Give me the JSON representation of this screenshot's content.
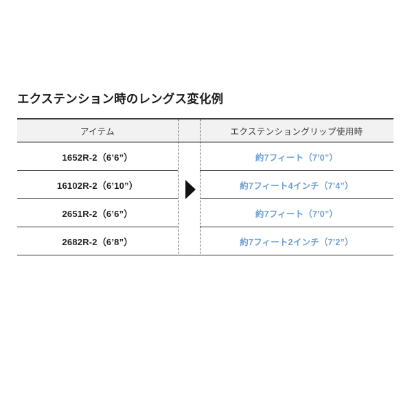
{
  "page": {
    "title": "エクステンション時のレングス変化例",
    "accent_color": "#6a9fd4",
    "header_bg": "#f2f2f2",
    "rule_color": "#2b2b2b"
  },
  "table": {
    "columns": [
      {
        "key": "item",
        "label": "アイテム"
      },
      {
        "key": "gap",
        "label": ""
      },
      {
        "key": "value",
        "label": "エクステンショングリップ使用時"
      }
    ],
    "marker": "right-triangle-arrow",
    "rows": [
      {
        "item": "1652R-2（6’6”）",
        "value": "約7フィート（7’0”）"
      },
      {
        "item": "16102R-2（6’10”）",
        "value": "約7フィート4インチ（7’4”）"
      },
      {
        "item": "2651R-2（6’6”）",
        "value": "約7フィート（7’0”）"
      },
      {
        "item": "2682R-2（6’8”）",
        "value": "約7フィート2インチ（7’2”）"
      }
    ]
  }
}
